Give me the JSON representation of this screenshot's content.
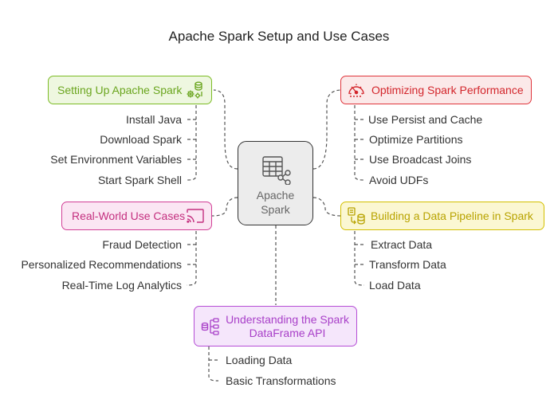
{
  "title": "Apache Spark Setup and Use Cases",
  "center": {
    "line1": "Apache",
    "line2": "Spark",
    "icon": "table-share-icon"
  },
  "colors": {
    "green": "#7cbc25",
    "red": "#e0353c",
    "pink": "#d23f96",
    "yellow": "#d4c000",
    "purple": "#b64fd6"
  },
  "topics": {
    "setup": {
      "title": "Setting Up Apache Spark",
      "icon": "gear-database-icon",
      "items": [
        "Install Java",
        "Download Spark",
        "Set Environment Variables",
        "Start Spark Shell"
      ]
    },
    "optimize": {
      "title": "Optimizing Spark Performance",
      "icon": "speedometer-icon",
      "items": [
        "Use Persist and Cache",
        "Optimize Partitions",
        "Use Broadcast Joins",
        "Avoid UDFs"
      ]
    },
    "usecases": {
      "title": "Real-World Use Cases",
      "icon": "cast-icon",
      "items": [
        "Fraud Detection",
        "Personalized Recommendations",
        "Real-Time Log Analytics"
      ]
    },
    "pipeline": {
      "title": "Building a Data Pipeline in Spark",
      "icon": "data-pipeline-icon",
      "items": [
        "Extract Data",
        "Transform Data",
        "Load Data"
      ]
    },
    "dataframe": {
      "title_line1": "Understanding the Spark",
      "title_line2": "DataFrame API",
      "icon": "data-tree-icon",
      "items": [
        "Loading Data",
        "Basic Transformations"
      ]
    }
  }
}
